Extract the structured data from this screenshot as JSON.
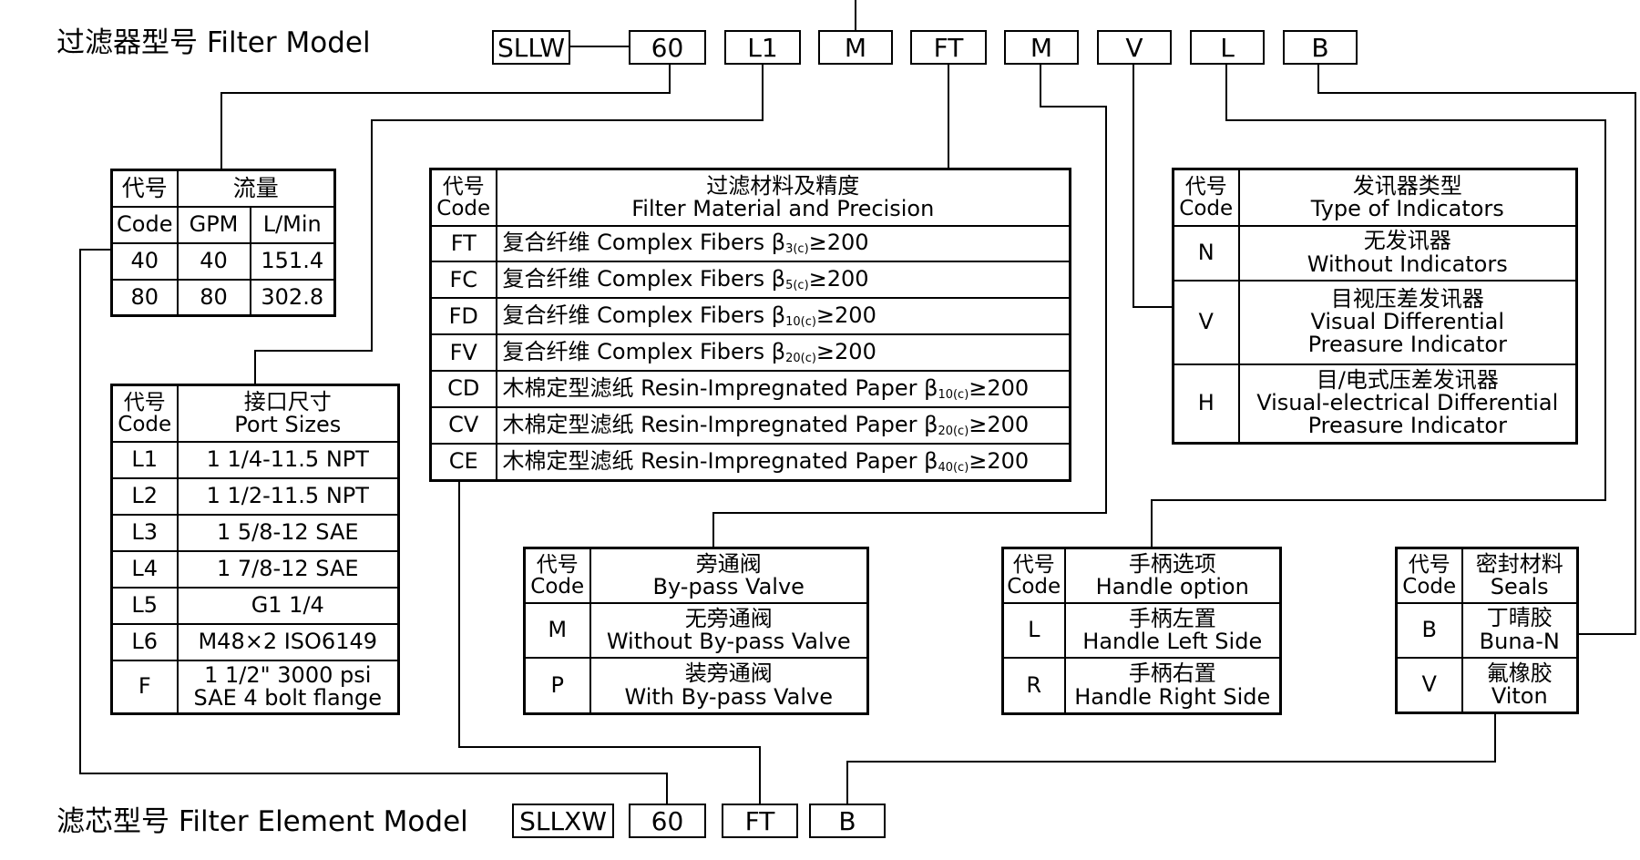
{
  "model": {
    "title": "过滤器型号 Filter Model",
    "boxes": [
      "SLLW",
      "60",
      "L1",
      "M",
      "FT",
      "M",
      "V",
      "L",
      "B"
    ]
  },
  "element": {
    "title": "滤芯型号 Filter Element Model",
    "boxes": [
      "SLLXW",
      "60",
      "FT",
      "B"
    ]
  },
  "flow": {
    "h_code_cn": "代号",
    "h_code_en": "Code",
    "h_title": "流量",
    "h_gpm": "GPM",
    "h_lmin": "L/Min",
    "rows": [
      {
        "code": "40",
        "gpm": "40",
        "lmin": "151.4"
      },
      {
        "code": "80",
        "gpm": "80",
        "lmin": "302.8"
      }
    ]
  },
  "port": {
    "h_code_cn": "代号",
    "h_code_en": "Code",
    "h_cn": "接口尺寸",
    "h_en": "Port Sizes",
    "rows": [
      {
        "code": "L1",
        "desc": "1 1/4-11.5 NPT"
      },
      {
        "code": "L2",
        "desc": "1 1/2-11.5 NPT"
      },
      {
        "code": "L3",
        "desc": "1 5/8-12 SAE"
      },
      {
        "code": "L4",
        "desc": "1 7/8-12 SAE"
      },
      {
        "code": "L5",
        "desc": "G1 1/4"
      },
      {
        "code": "L6",
        "desc": "M48×2 ISO6149"
      },
      {
        "code": "F",
        "desc1": "1 1/2\" 3000 psi",
        "desc2": "SAE 4 bolt flange"
      }
    ]
  },
  "material": {
    "h_code_cn": "代号",
    "h_code_en": "Code",
    "h_cn": "过滤材料及精度",
    "h_en": "Filter Material and Precision",
    "rows": [
      {
        "code": "FT",
        "desc": "复合纤维 Complex Fibers β",
        "sub": "3(c)",
        "tail": "≥200"
      },
      {
        "code": "FC",
        "desc": "复合纤维 Complex Fibers β",
        "sub": "5(c)",
        "tail": "≥200"
      },
      {
        "code": "FD",
        "desc": "复合纤维 Complex Fibers β",
        "sub": "10(c)",
        "tail": "≥200"
      },
      {
        "code": "FV",
        "desc": "复合纤维 Complex Fibers β",
        "sub": "20(c)",
        "tail": "≥200"
      },
      {
        "code": "CD",
        "desc": "木棉定型滤纸 Resin-Impregnated Paper β",
        "sub": "10(c)",
        "tail": "≥200"
      },
      {
        "code": "CV",
        "desc": "木棉定型滤纸 Resin-Impregnated Paper β",
        "sub": "20(c)",
        "tail": "≥200"
      },
      {
        "code": "CE",
        "desc": "木棉定型滤纸 Resin-Impregnated Paper β",
        "sub": "40(c)",
        "tail": "≥200"
      }
    ]
  },
  "indicator": {
    "h_code_cn": "代号",
    "h_code_en": "Code",
    "h_cn": "发讯器类型",
    "h_en": "Type of Indicators",
    "rows": [
      {
        "code": "N",
        "cn": "无发讯器",
        "en1": "Without Indicators",
        "en2": ""
      },
      {
        "code": "V",
        "cn": "目视压差发讯器",
        "en1": "Visual Differential",
        "en2": "Preasure Indicator"
      },
      {
        "code": "H",
        "cn": "目/电式压差发讯器",
        "en1": "Visual-electrical Differential",
        "en2": "Preasure Indicator"
      }
    ]
  },
  "bypass": {
    "h_code_cn": "代号",
    "h_code_en": "Code",
    "h_cn": "旁通阀",
    "h_en": "By-pass Valve",
    "rows": [
      {
        "code": "M",
        "cn": "无旁通阀",
        "en": "Without By-pass Valve"
      },
      {
        "code": "P",
        "cn": "装旁通阀",
        "en": "With By-pass Valve"
      }
    ]
  },
  "handle": {
    "h_code_cn": "代号",
    "h_code_en": "Code",
    "h_cn": "手柄选项",
    "h_en": "Handle option",
    "rows": [
      {
        "code": "L",
        "cn": "手柄左置",
        "en": "Handle Left Side"
      },
      {
        "code": "R",
        "cn": "手柄右置",
        "en": "Handle Right Side"
      }
    ]
  },
  "seals": {
    "h_code_cn": "代号",
    "h_code_en": "Code",
    "h_cn": "密封材料",
    "h_en": "Seals",
    "rows": [
      {
        "code": "B",
        "cn": "丁晴胶",
        "en": "Buna-N"
      },
      {
        "code": "V",
        "cn": "氟橡胶",
        "en": "Viton"
      }
    ]
  }
}
